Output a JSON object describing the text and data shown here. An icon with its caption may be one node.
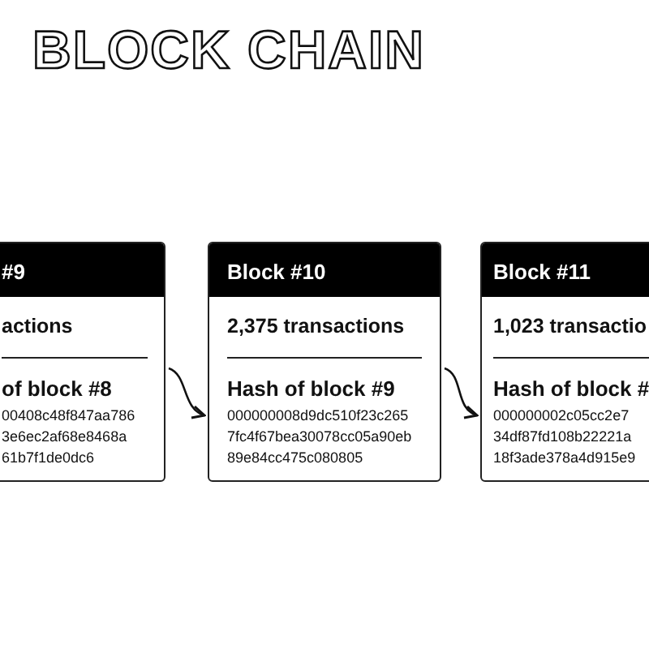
{
  "diagram": {
    "title": "BLOCK CHAIN",
    "nodes": [
      {
        "text": [
          "#9",
          "actions",
          "of block #8",
          "00408c48f847aa786 3e6ec2af68e8468a 61b7f1de0dc6"
        ]
      },
      {
        "text": [
          "Block #10",
          "2,375 transactions",
          "Hash of block #9",
          "000000008d9dc510f23c265 7fc4f67bea30078cc05a90eb 89e84cc475c080805"
        ]
      },
      {
        "text": [
          "Block #11",
          "1,023 transactio",
          "Hash of block #",
          "000000002c05cc2e7 34df87fd108b22221a 18f3ade378a4d915e9"
        ]
      }
    ],
    "edges": [
      {
        "from": 0,
        "to": 1,
        "arrow": "to"
      },
      {
        "from": 1,
        "to": 2,
        "arrow": "to"
      }
    ]
  }
}
